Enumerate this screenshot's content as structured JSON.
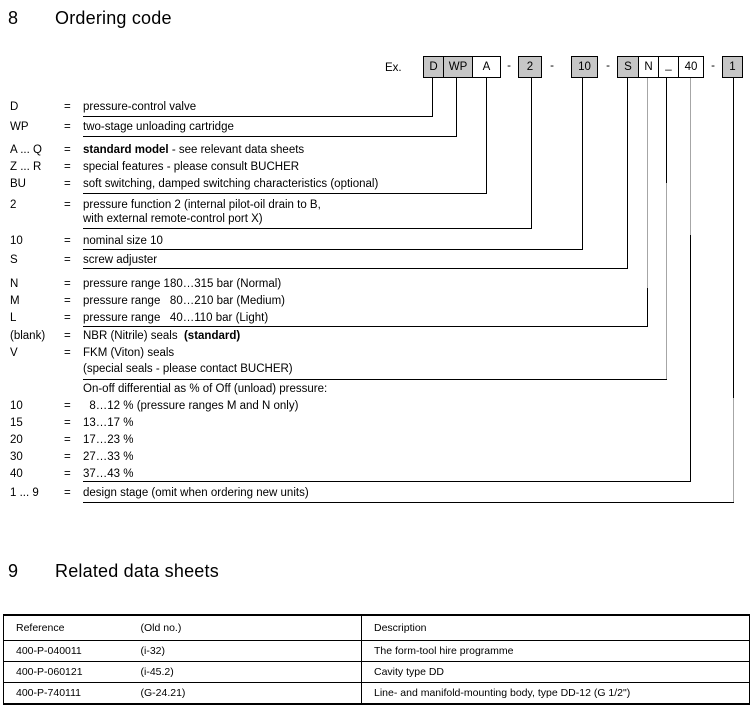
{
  "section8": {
    "number": "8",
    "title": "Ordering code"
  },
  "example": {
    "label": "Ex.",
    "boxes": [
      {
        "text": "D",
        "shaded": true
      },
      {
        "text": "WP",
        "shaded": true
      },
      {
        "text": "A",
        "shaded": false
      },
      {
        "text": "-",
        "separator": true
      },
      {
        "text": "2",
        "shaded": true
      },
      {
        "text": "-",
        "separator": true
      },
      {
        "text": "10",
        "shaded": true
      },
      {
        "text": "-",
        "separator": true
      },
      {
        "text": "S",
        "shaded": true
      },
      {
        "text": "N",
        "shaded": false
      },
      {
        "text": "_",
        "shaded": false
      },
      {
        "text": "40",
        "shaded": false
      },
      {
        "text": "-",
        "separator": true
      },
      {
        "text": "1",
        "shaded": true
      }
    ]
  },
  "ordering": {
    "rows": [
      {
        "code": "D",
        "eq": "=",
        "desc": "pressure-control valve"
      },
      {
        "code": "WP",
        "eq": "=",
        "desc": "two-stage unloading cartridge"
      },
      {
        "code": "A ... Q",
        "eq": "=",
        "desc_bold": "standard model",
        "desc": " - see relevant data sheets"
      },
      {
        "code": "Z ... R",
        "eq": "=",
        "desc": "special features - please consult BUCHER"
      },
      {
        "code": "BU",
        "eq": "=",
        "desc": "soft switching, damped switching characteristics (optional)"
      },
      {
        "code": "2",
        "eq": "=",
        "desc": "pressure function 2 (internal pilot-oil drain to B,",
        "desc2": "with external remote-control port X)"
      },
      {
        "code": "10",
        "eq": "=",
        "desc": "nominal size 10"
      },
      {
        "code": "S",
        "eq": "=",
        "desc": "screw adjuster"
      },
      {
        "code": "N",
        "eq": "=",
        "desc": "pressure range 180…315 bar (Normal)"
      },
      {
        "code": "M",
        "eq": "=",
        "desc": "pressure range   80…210 bar (Medium)"
      },
      {
        "code": "L",
        "eq": "=",
        "desc": "pressure range   40…110 bar (Light)"
      },
      {
        "code": "(blank)",
        "eq": "=",
        "desc": "NBR (Nitrile) seals  ",
        "desc_bold_after": "(standard)"
      },
      {
        "code": "V",
        "eq": "=",
        "desc": "FKM (Viton) seals"
      },
      {
        "code": "",
        "eq": "",
        "desc": "(special seals - please contact BUCHER)"
      },
      {
        "code": "",
        "eq": "",
        "desc": "On-off differential as % of Off (unload) pressure:"
      },
      {
        "code": "10",
        "eq": "=",
        "desc": "  8…12 % (pressure ranges M and N only)"
      },
      {
        "code": "15",
        "eq": "=",
        "desc": "13…17 %"
      },
      {
        "code": "20",
        "eq": "=",
        "desc": "17…23 %"
      },
      {
        "code": "30",
        "eq": "=",
        "desc": "27…33 %"
      },
      {
        "code": "40",
        "eq": "=",
        "desc": "37…43 %"
      },
      {
        "code": "1 ... 9",
        "eq": "=",
        "desc": "design stage (omit when ordering new units)"
      }
    ]
  },
  "section9": {
    "number": "9",
    "title": "Related data sheets"
  },
  "related": {
    "table": {
      "columns": [
        "Reference",
        "(Old no.)",
        "Description"
      ],
      "rows": [
        [
          "400-P-040011",
          "(i-32)",
          "The form-tool hire programme"
        ],
        [
          "400-P-060121",
          "(i-45.2)",
          "Cavity type DD"
        ],
        [
          "400-P-740111",
          "(G-24.21)",
          "Line- and manifold-mounting body, type DD-12 (G 1/2\")"
        ]
      ]
    }
  },
  "colors": {
    "box_shaded": "#c6c6c6",
    "connector_gray": "#a6a6a6",
    "text": "#000000",
    "background": "#ffffff"
  }
}
